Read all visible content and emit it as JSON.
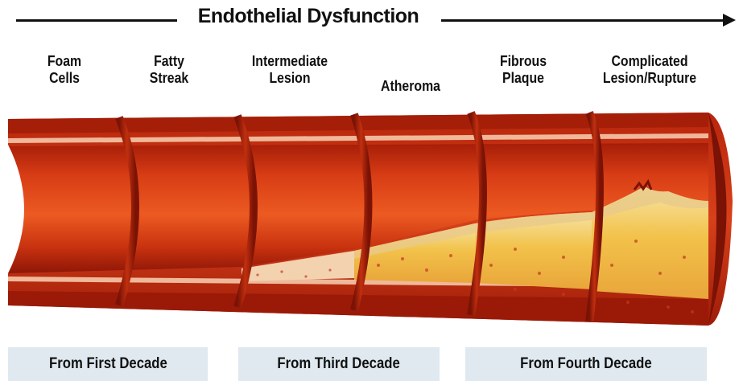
{
  "title": "Endothelial Dysfunction",
  "stages": [
    {
      "line1": "Foam",
      "line2": "Cells"
    },
    {
      "line1": "Fatty",
      "line2": "Streak"
    },
    {
      "line1": "Intermediate",
      "line2": "Lesion"
    },
    {
      "line1": "",
      "line2": "Atheroma"
    },
    {
      "line1": "Fibrous",
      "line2": "Plaque"
    },
    {
      "line1": "Complicated",
      "line2": "Lesion/Rupture"
    }
  ],
  "decades": [
    {
      "label": "From First Decade"
    },
    {
      "label": "From Third Decade"
    },
    {
      "label": "From Fourth Decade"
    }
  ],
  "colors": {
    "vessel_dark": "#8e1607",
    "vessel_mid": "#c7300f",
    "vessel_light": "#e8501e",
    "lumen_white": "#ffffff",
    "plaque_yellow": "#f2c24a",
    "plaque_cream": "#f5dfa8",
    "intima_pink": "#f0b89a",
    "decade_band": "#dfe9ef"
  }
}
